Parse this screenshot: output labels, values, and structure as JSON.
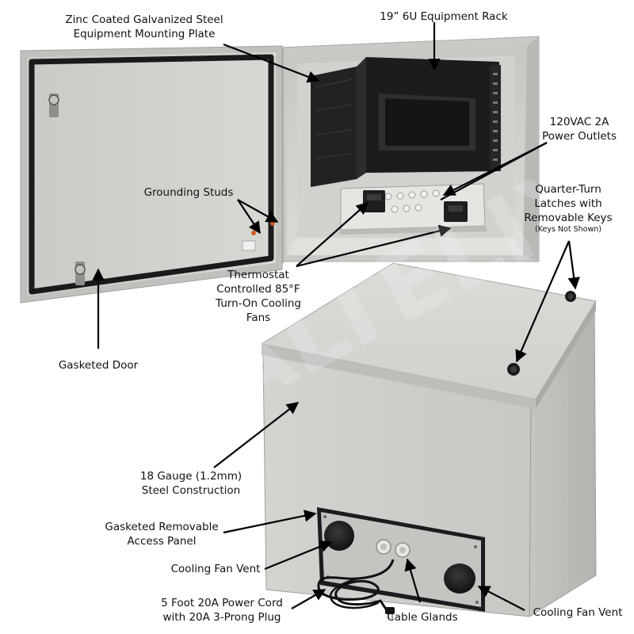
{
  "labels": {
    "mounting_plate": [
      "Zinc Coated Galvanized Steel",
      "Equipment Mounting Plate"
    ],
    "equipment_rack": "19” 6U Equipment Rack",
    "power_outlets": [
      "120VAC 2A",
      "Power Outlets"
    ],
    "grounding_studs": "Grounding Studs",
    "latches": [
      "Quarter-Turn",
      "Latches with",
      "Removable Keys"
    ],
    "latches_note": "(Keys Not Shown)",
    "cooling_fans": [
      "Thermostat",
      "Controlled 85°F",
      "Turn-On Cooling",
      "Fans"
    ],
    "gasketed_door": "Gasketed Door",
    "steel_construction": [
      "18 Gauge (1.2mm)",
      "Steel Construction"
    ],
    "access_panel": [
      "Gasketed Removable",
      "Access Panel"
    ],
    "fan_vent_left": "Cooling Fan Vent",
    "power_cord": [
      "5 Foot 20A Power Cord",
      "with 20A 3-Prong Plug"
    ],
    "cable_glands": "Cable Glands",
    "fan_vent_right": "Cooling Fan Vent"
  },
  "watermark": "ALTELIX",
  "colors": {
    "enclosure": "#cfd1cd",
    "rack": "#1c1c1e",
    "gasket": "#1a1a1a",
    "text": "#111111"
  }
}
